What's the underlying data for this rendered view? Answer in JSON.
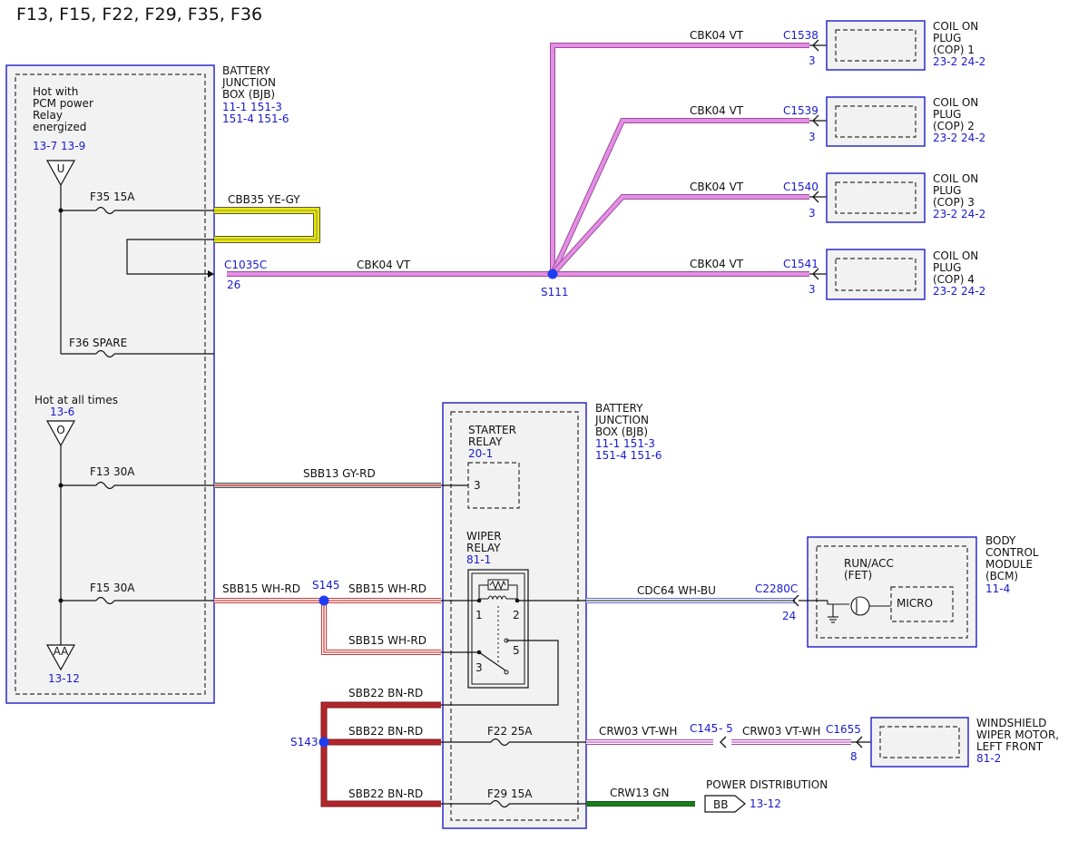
{
  "title": "F13, F15, F22, F29, F35, F36",
  "bjb_left": {
    "name": [
      "BATTERY",
      "JUNCTION",
      "BOX (BJB)"
    ],
    "refs": [
      "11-1   151-3",
      "151-4   151-6"
    ],
    "hot_pcm": [
      "Hot with",
      "PCM power",
      "Relay",
      "energized"
    ],
    "hot_pcm_refs": "13-7   13-9",
    "connector_u": "U",
    "fuse_f35": "F35   15A",
    "fuse_f36": "F36   SPARE",
    "hot_all": "Hot at all times",
    "hot_all_ref": "13-6",
    "connector_o": "O",
    "fuse_f13": "F13   30A",
    "fuse_f15": "F15   30A",
    "connector_aa": "AA",
    "aa_ref": "13-12"
  },
  "wires": {
    "cbb35": "CBB35   YE-GY",
    "c1035c": "C1035C",
    "c1035c_pin": "26",
    "cbk04_main": "CBK04   VT",
    "splice_s111": "S111",
    "cbk04": "CBK04   VT",
    "sbb13": "SBB13   GY-RD",
    "sbb15": "SBB15   WH-RD",
    "splice_s145": "S145",
    "cdc64": "CDC64   WH-BU",
    "sbb22": "SBB22   BN-RD",
    "splice_s143": "S143",
    "crw03": "CRW03   VT-WH",
    "c145": "C145",
    "c145_pin": "- 5",
    "c1655": "C1655",
    "c1655_pin": "8",
    "crw13": "CRW13   GN"
  },
  "coils": [
    {
      "connector": "C1538",
      "pin": "3",
      "label": [
        "COIL ON",
        "PLUG",
        "(COP) 1"
      ],
      "refs": "23-2   24-2"
    },
    {
      "connector": "C1539",
      "pin": "3",
      "label": [
        "COIL ON",
        "PLUG",
        "(COP) 2"
      ],
      "refs": "23-2   24-2"
    },
    {
      "connector": "C1540",
      "pin": "3",
      "label": [
        "COIL ON",
        "PLUG",
        "(COP) 3"
      ],
      "refs": "23-2   24-2"
    },
    {
      "connector": "C1541",
      "pin": "3",
      "label": [
        "COIL ON",
        "PLUG",
        "(COP) 4"
      ],
      "refs": "23-2   24-2"
    }
  ],
  "bjb_right": {
    "name": [
      "BATTERY",
      "JUNCTION",
      "BOX (BJB)"
    ],
    "refs": [
      "11-1   151-3",
      "151-4   151-6"
    ],
    "starter_relay": [
      "STARTER",
      "RELAY"
    ],
    "starter_ref": "20-1",
    "starter_pin": "3",
    "wiper_relay": [
      "WIPER",
      "RELAY"
    ],
    "wiper_ref": "81-1",
    "wiper_pins": [
      "1",
      "2",
      "3",
      "5"
    ],
    "fuse_f22": "F22   25A",
    "fuse_f29": "F29   15A"
  },
  "bcm": {
    "name": [
      "BODY",
      "CONTROL",
      "MODULE",
      "(BCM)"
    ],
    "ref": "11-4",
    "run_acc": [
      "RUN/ACC",
      "(FET)"
    ],
    "micro": "MICRO",
    "connector": "C2280C",
    "pin": "24"
  },
  "wiper_motor": {
    "name": [
      "WINDSHIELD",
      "WIPER MOTOR,",
      "LEFT FRONT"
    ],
    "ref": "81-2"
  },
  "power_dist": {
    "label": "POWER DISTRIBUTION",
    "connector": "BB",
    "ref": "13-12"
  },
  "colors": {
    "violet": "#e58ee5",
    "yellow": "#e8e800",
    "red": "#e03a3a",
    "brown": "#b3262b",
    "green": "#1a7f1a",
    "blue_text": "#1a1ad0",
    "box_border": "#2b2bcc",
    "splice": "#1e3cf0"
  }
}
